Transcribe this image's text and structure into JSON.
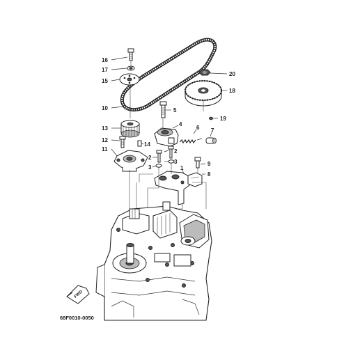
{
  "diagram": {
    "drawing_code": "68F0010-0050",
    "fwd_label": "FWD",
    "callouts": [
      {
        "id": "c16",
        "label": "16"
      },
      {
        "id": "c17",
        "label": "17"
      },
      {
        "id": "c15",
        "label": "15"
      },
      {
        "id": "c10",
        "label": "10"
      },
      {
        "id": "c20",
        "label": "20"
      },
      {
        "id": "c18",
        "label": "18"
      },
      {
        "id": "c5",
        "label": "5"
      },
      {
        "id": "c19",
        "label": "19"
      },
      {
        "id": "c13",
        "label": "13"
      },
      {
        "id": "c4",
        "label": "4"
      },
      {
        "id": "c6",
        "label": "6"
      },
      {
        "id": "c7",
        "label": "7"
      },
      {
        "id": "c12",
        "label": "12"
      },
      {
        "id": "c14",
        "label": "14"
      },
      {
        "id": "c11",
        "label": "11"
      },
      {
        "id": "c2a",
        "label": "2"
      },
      {
        "id": "c2b",
        "label": "2"
      },
      {
        "id": "c3a",
        "label": "3"
      },
      {
        "id": "c3b",
        "label": "3"
      },
      {
        "id": "c9",
        "label": "9"
      },
      {
        "id": "c1",
        "label": "1"
      },
      {
        "id": "c8",
        "label": "8"
      }
    ]
  }
}
